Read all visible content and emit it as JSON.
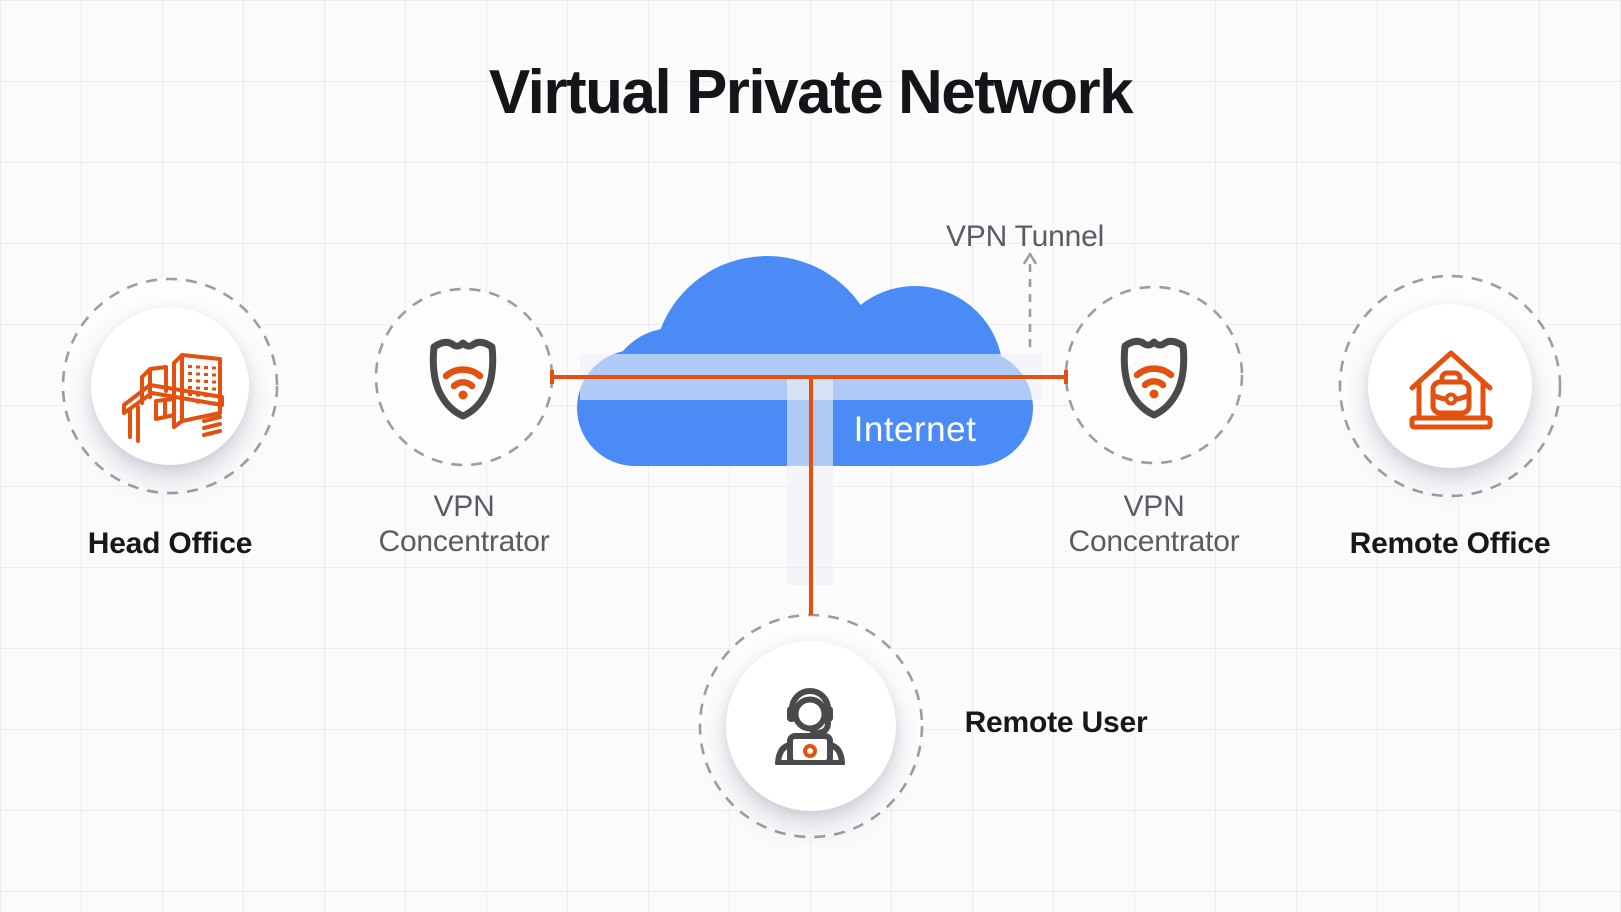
{
  "title": "Virtual Private Network",
  "cloud": {
    "label": "Internet"
  },
  "tunnel": {
    "label": "VPN Tunnel"
  },
  "nodes": {
    "head_office": {
      "label": "Head Office",
      "icon": "office-building-icon"
    },
    "vpn_left": {
      "line1": "VPN",
      "line2": "Concentrator",
      "icon": "shield-wifi-icon"
    },
    "vpn_right": {
      "line1": "VPN",
      "line2": "Concentrator",
      "icon": "shield-wifi-icon"
    },
    "remote_office": {
      "label": "Remote Office",
      "icon": "house-briefcase-icon"
    },
    "remote_user": {
      "label": "Remote User",
      "icon": "user-headset-icon"
    }
  },
  "colors": {
    "accent_orange": "#E3500F",
    "cloud_blue": "#4A8BF5",
    "icon_gray": "#4A4A4C",
    "label_dark": "#17181B",
    "label_gray": "#595C63",
    "dashed_ring_gray": "#9C9DA1",
    "tunnel_band": "rgba(238,240,246,0.62)"
  }
}
